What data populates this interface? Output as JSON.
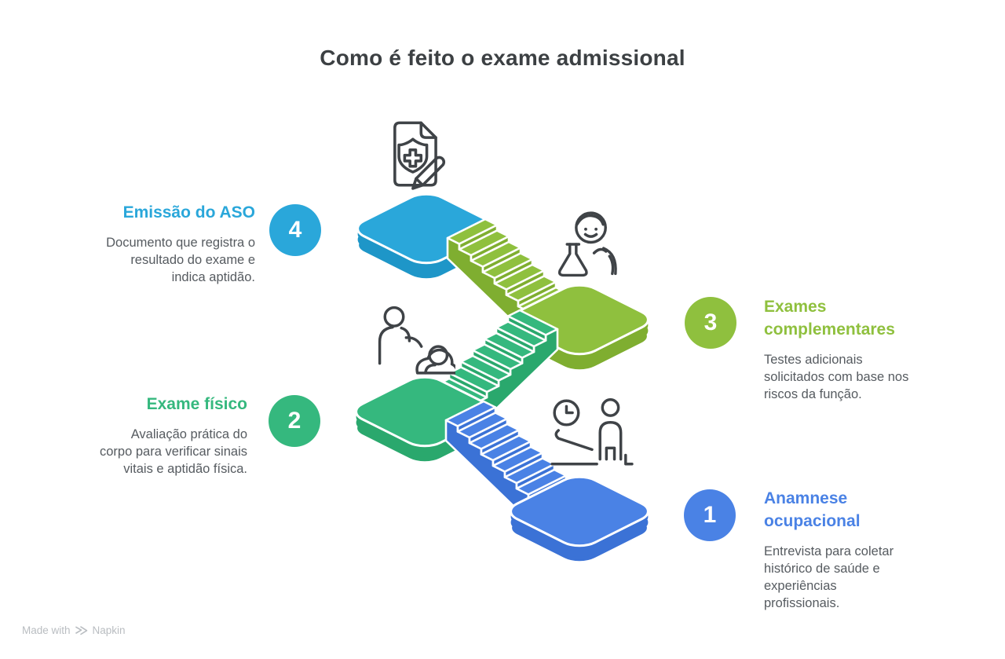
{
  "title": "Como é feito o exame admissional",
  "steps": [
    {
      "number": "1",
      "title": "Anamnese\nocupacional",
      "description": "Entrevista para coletar\nhistórico de saúde e\nexperiências\nprofissionais.",
      "color": "#4a82e5",
      "side_color": "#3b72d6",
      "icon": "interview-desk-icon"
    },
    {
      "number": "2",
      "title": "Exame físico",
      "description": "Avaliação prática do\ncorpo para verificar sinais\nvitais e aptidão física.",
      "color": "#35b87e",
      "side_color": "#2aa86d",
      "icon": "doctor-patient-icon"
    },
    {
      "number": "3",
      "title": "Exames\ncomplementares",
      "description": "Testes adicionais\nsolicitados com base nos\nriscos da função.",
      "color": "#8fc03e",
      "side_color": "#7fae30",
      "icon": "scientist-flask-icon"
    },
    {
      "number": "4",
      "title": "Emissão do ASO",
      "description": "Documento que registra o\nresultado do exame e\nindica aptidão.",
      "color": "#2aa7da",
      "side_color": "#1e96c8",
      "icon": "medical-report-icon"
    }
  ],
  "illustration": {
    "type": "isometric-staircase",
    "platform_order_top_to_bottom": [
      "4",
      "3",
      "2",
      "1"
    ],
    "outline_color": "#ffffff",
    "icon_stroke_color": "#3f4347"
  },
  "footer": {
    "made_with": "Made with",
    "brand": "Napkin"
  }
}
